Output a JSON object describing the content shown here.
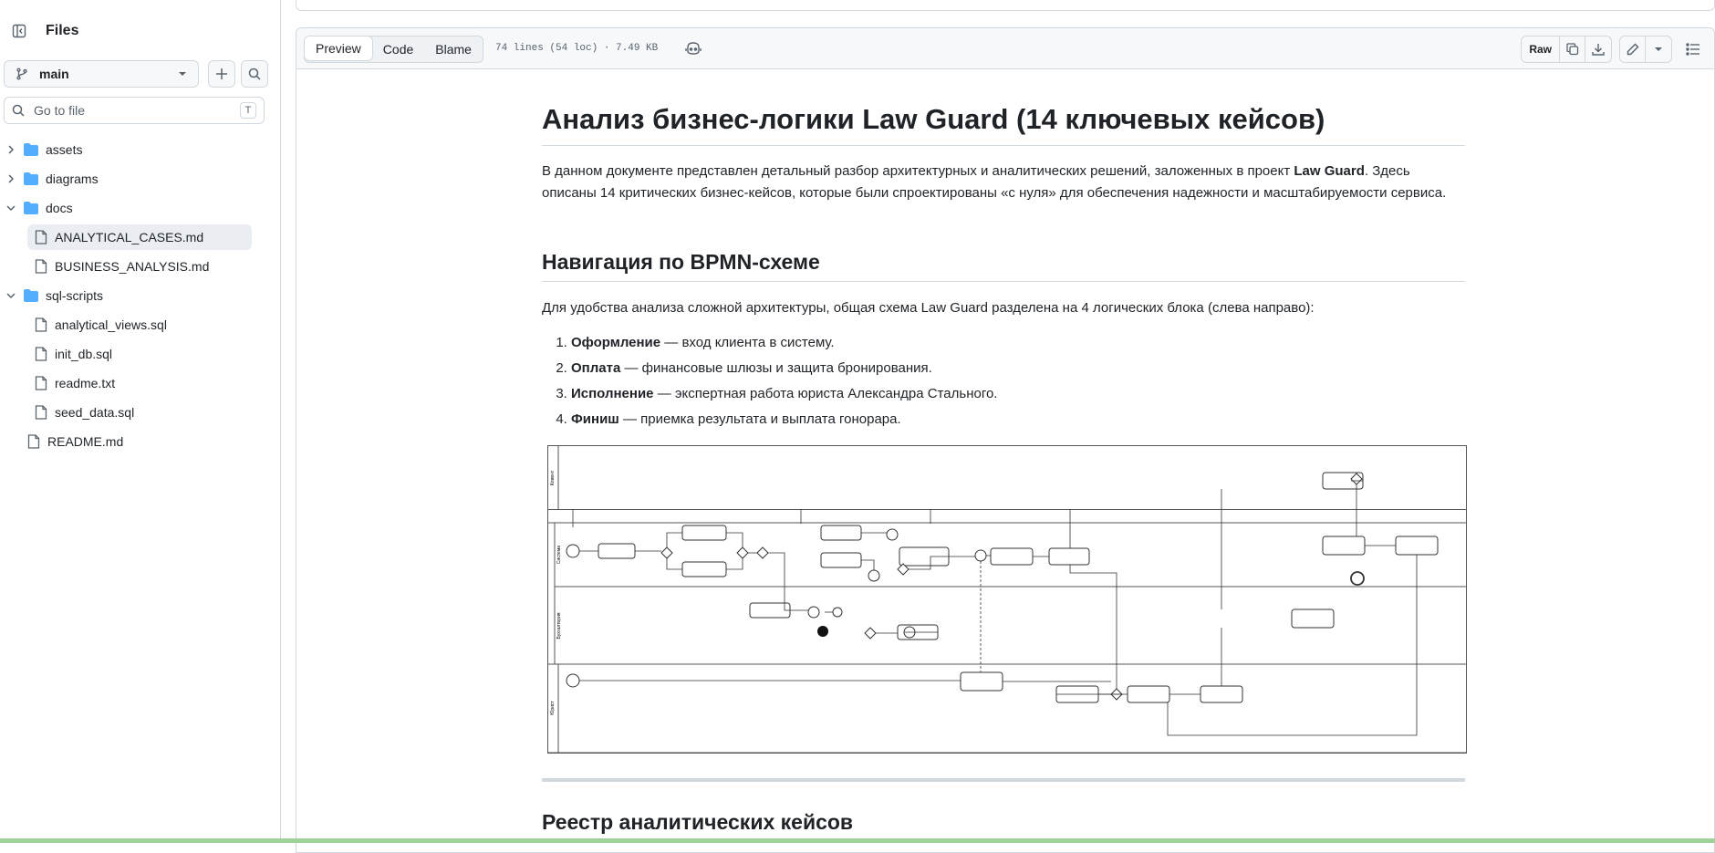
{
  "sidebar": {
    "title": "Files",
    "branch": "main",
    "search_placeholder": "Go to file",
    "search_shortcut": "T",
    "tree": [
      {
        "label": "assets",
        "type": "folder",
        "expanded": false
      },
      {
        "label": "diagrams",
        "type": "folder",
        "expanded": false
      },
      {
        "label": "docs",
        "type": "folder",
        "expanded": true
      },
      {
        "label": "ANALYTICAL_CASES.md",
        "type": "file",
        "selected": true
      },
      {
        "label": "BUSINESS_ANALYSIS.md",
        "type": "file"
      },
      {
        "label": "sql-scripts",
        "type": "folder",
        "expanded": true
      },
      {
        "label": "analytical_views.sql",
        "type": "file"
      },
      {
        "label": "init_db.sql",
        "type": "file"
      },
      {
        "label": "readme.txt",
        "type": "file"
      },
      {
        "label": "seed_data.sql",
        "type": "file"
      },
      {
        "label": "README.md",
        "type": "file"
      }
    ]
  },
  "file_header": {
    "tabs": [
      "Preview",
      "Code",
      "Blame"
    ],
    "active_tab": "Preview",
    "meta": "74 lines (54 loc) · 7.49 KB",
    "raw_label": "Raw"
  },
  "doc": {
    "h1": "Анализ бизнес-логики Law Guard (14 ключевых кейсов)",
    "intro_pre": "В данном документе представлен детальный разбор архитектурных и аналитических решений, заложенных в проект ",
    "intro_bold": "Law Guard",
    "intro_post": ". Здесь описаны 14 критических бизнес-кейсов, которые были спроектированы «с нуля» для обеспечения надежности и масштабируемости сервиса.",
    "h2_nav": "Навигация по BPMN-схеме",
    "nav_text": "Для удобства анализа сложной архитектуры, общая схема Law Guard разделена на 4 логических блока (слева направо):",
    "list": [
      {
        "bold": "Оформление",
        "text": " — вход клиента в систему."
      },
      {
        "bold": "Оплата",
        "text": " — финансовые шлюзы и защита бронирования."
      },
      {
        "bold": "Исполнение",
        "text": " — экспертная работа юриста Александра Стального."
      },
      {
        "bold": "Финиш",
        "text": " — приемка результата и выплата гонорара."
      }
    ],
    "h2_registry": "Реестр аналитических кейсов"
  },
  "diagram": {
    "lanes": [
      "Клиент",
      "Система",
      "Бухгалтерия",
      "Юрист"
    ]
  },
  "colors": {
    "folder": "#54aeff",
    "border": "#d1d9e0",
    "muted": "#59636e",
    "selected_bg": "#eaeef2"
  }
}
